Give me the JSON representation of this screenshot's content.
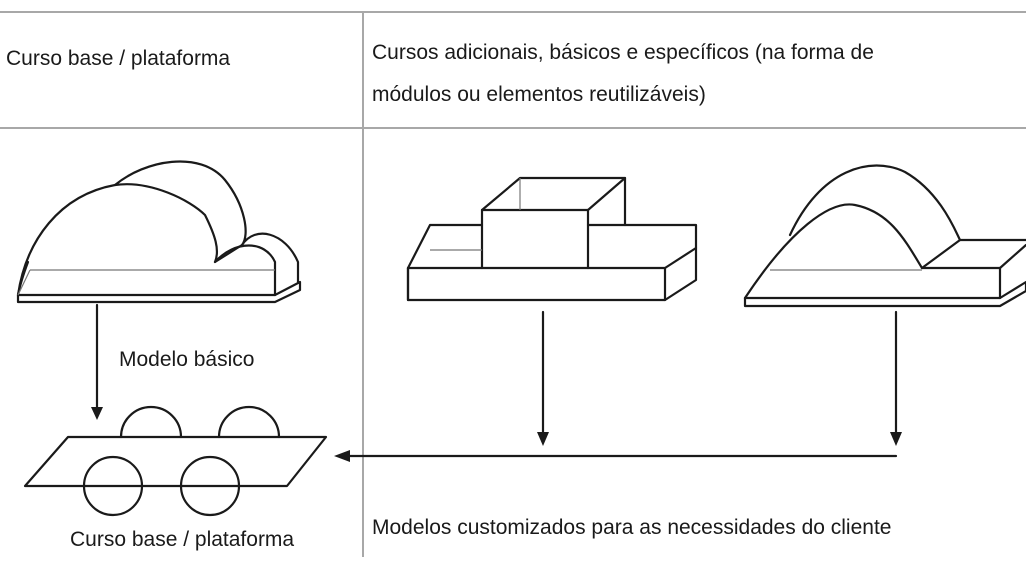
{
  "header": {
    "base_column": "Curso base / plataforma",
    "additional_line1": "Cursos adicionais, básicos e específicos (na forma de",
    "additional_line2": "módulos ou elementos reutilizáveis)"
  },
  "labels": {
    "basic_model": "Modelo básico",
    "custom_models": "Modelos customizados para as necessidades do cliente",
    "base_bottom": "Curso base / plataforma"
  }
}
